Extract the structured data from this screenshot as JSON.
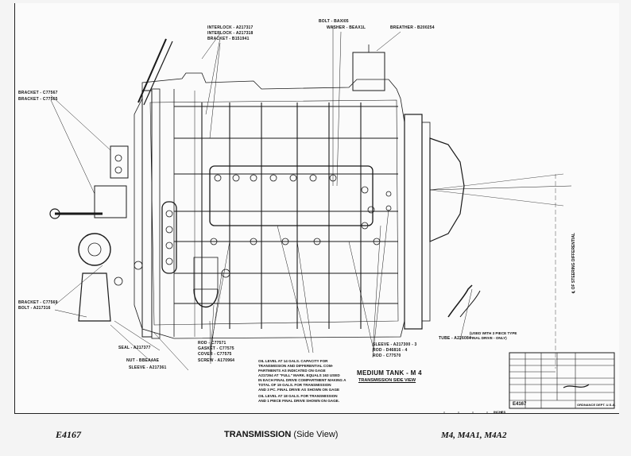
{
  "callouts": {
    "interlock1": "INTERLOCK - A217317",
    "interlock2": "INTERLOCK - A217318",
    "bracket_top": "BRACKET - B151941",
    "bolt": "BOLT - BAXI05",
    "washer": "WASHER - BEAX1L",
    "breather": "BREATHER - B200254",
    "bracket_left1": "BRACKET - C77567",
    "bracket_left2": "BRACKET - C77565",
    "bracket_low": "BRACKET - C77569",
    "bolt_low": "BOLT - A217316",
    "seal": "SEAL - A217377",
    "nut": "NUT - BBEA4AE",
    "sleeve_left": "SLEEVE - A217361",
    "rod1": "ROD - C77571",
    "gasket": "GASKET - C77575",
    "cover": "COVER - C77575",
    "screw": "SCREW - A170964",
    "sleeve_right": "SLEEVE - A217300 - 3",
    "rod2": "ROD - D46816 - 4",
    "rod3": "ROD - C77570",
    "tube": "TUBE - A226084",
    "tube_note": "(USED WITH 3 PIECE TYPE\nFINAL DRIVE - ONLY)",
    "steering": "℄ OF STEERING DIFFERENTIAL"
  },
  "notes": {
    "oil_note_1": "OIL LEVEL AT 14 GALS. CAPACITY FOR\nTRANSMISSION AND DIFFERENTIAL COM-\nPARTMENTS AS INDICATED ON GAGE\nA217264 AT \"FULL\" MARK. EQUALS 163 USED\nIN EACH FINAL DRIVE COMPARTMENT MAKING A\nTOTAL OF 19 GALS. FOR TRANSMISSION\nAND 3 PC. FINAL DRIVE AS SHOWN ON GAGE",
    "oil_note_2": "OIL LEVEL AT 18 GALS. FOR TRANSMISSION\nAND 1 PIECE FINAL DRIVE SHOWN ON GAGE."
  },
  "caption": {
    "title": "MEDIUM TANK - M 4",
    "subtitle": "TRANSMISSION SIDE VIEW"
  },
  "title_block": {
    "number": "E4167",
    "dept": "ORDNANCE DEPT. U.S.A.",
    "scale_label": "INCHES"
  },
  "footer": {
    "code": "E4167",
    "title": "TRANSMISSION",
    "view": "(Side View)",
    "models": "M4, M4A1, M4A2"
  }
}
